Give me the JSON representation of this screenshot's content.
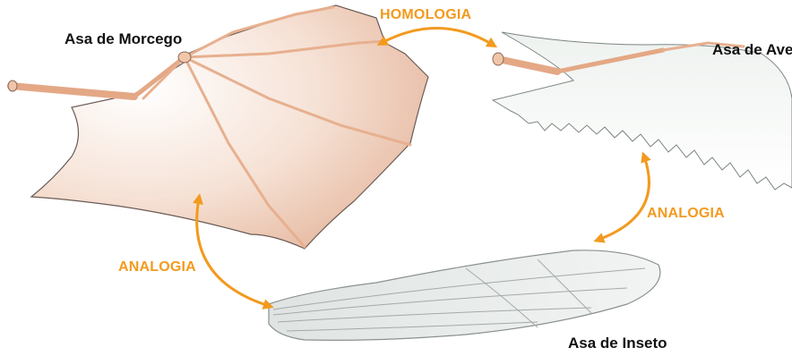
{
  "labels": {
    "bat": "Asa de Morcego",
    "bird": "Asa de Ave",
    "insect": "Asa de Inseto"
  },
  "relations": {
    "homology": "HOMOLOGIA",
    "analogy_left": "ANALOGIA",
    "analogy_right": "ANALOGIA"
  },
  "colors": {
    "accent": "#f29a1f",
    "bone": "#e9b48f",
    "membrane": "#f3d6c4"
  }
}
